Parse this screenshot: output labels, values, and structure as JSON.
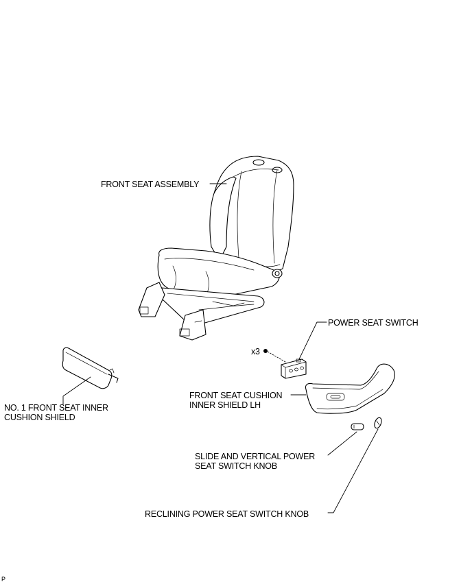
{
  "labels": {
    "front_seat_assembly": "FRONT SEAT ASSEMBLY",
    "power_seat_switch": "POWER SEAT SWITCH",
    "screw_count": "x3",
    "inner_cushion_shield_line1": "NO. 1 FRONT SEAT INNER",
    "inner_cushion_shield_line2": "CUSHION SHIELD",
    "cushion_inner_shield_line1": "FRONT SEAT CUSHION",
    "cushion_inner_shield_line2": "INNER SHIELD LH",
    "slide_knob_line1": "SLIDE AND VERTICAL POWER",
    "slide_knob_line2": "SEAT SWITCH KNOB",
    "reclining_knob": "RECLINING POWER SEAT SWITCH KNOB",
    "corner_mark": "P"
  }
}
